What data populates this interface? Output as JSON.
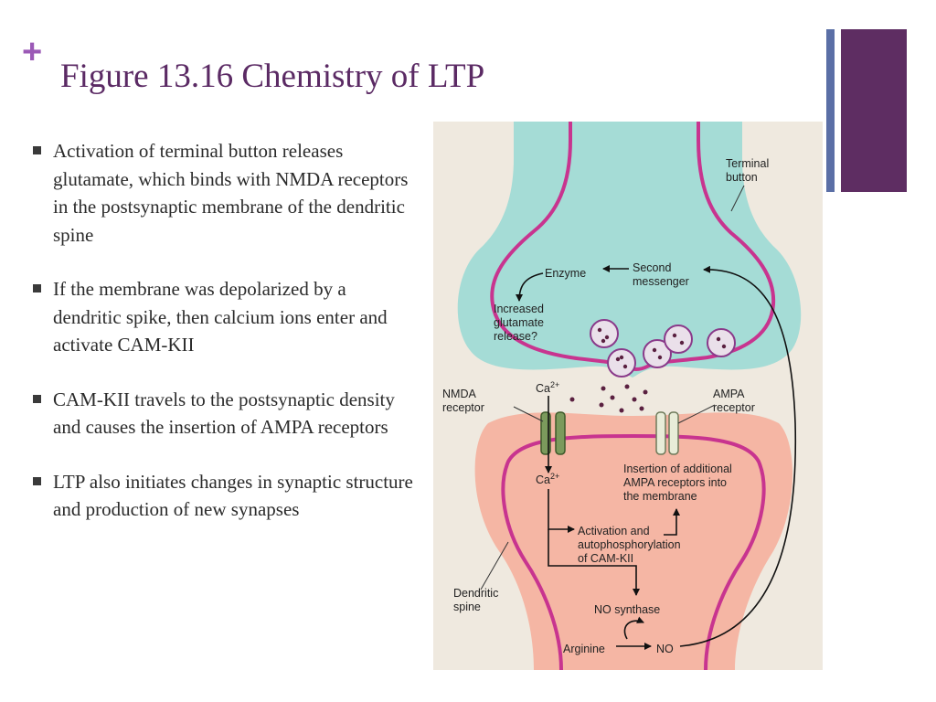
{
  "slide": {
    "plus_mark": "+",
    "title": "Figure 13.16 Chemistry of LTP"
  },
  "colors": {
    "accent_plus": "#9b59b6",
    "title": "#5b2a64",
    "deco_thin": "#5b6fa6",
    "deco_block": "#5e2d62",
    "bullet": "#3a3a3a",
    "terminal_fill": "#a5dcd6",
    "dendrite_fill": "#f5b6a4",
    "membrane": "#c8348f",
    "diagram_bg": "#efe9df"
  },
  "bullets": [
    {
      "text": "Activation of terminal button releases glutamate, which binds with NMDA receptors in the postsynaptic membrane of the dendritic spine"
    },
    {
      "text": "If the membrane was depolarized by a dendritic spike, then calcium ions enter and activate CAM-KII"
    },
    {
      "text": "CAM-KII travels to the postsynaptic density and causes the insertion of AMPA receptors"
    },
    {
      "text": "LTP also initiates changes in synaptic structure and production of new synapses"
    }
  ],
  "diagram": {
    "terminal_button_l1": "Terminal",
    "terminal_button_l2": "button",
    "enzyme": "Enzyme",
    "second_messenger_l1": "Second",
    "second_messenger_l2": "messenger",
    "increased_l1": "Increased",
    "increased_l2": "glutamate",
    "increased_l3": "release?",
    "nmda_l1": "NMDA",
    "nmda_l2": "receptor",
    "ampa_l1": "AMPA",
    "ampa_l2": "receptor",
    "ca_top": "Ca",
    "ca_top_sup": "2+",
    "ca_inside": "Ca",
    "ca_inside_sup": "2+",
    "insertion_l1": "Insertion of additional",
    "insertion_l2": "AMPA receptors into",
    "insertion_l3": "the membrane",
    "activation_l1": "Activation and",
    "activation_l2": "autophosphorylation",
    "activation_l3": "of CAM-KII",
    "dendritic_l1": "Dendritic",
    "dendritic_l2": "spine",
    "no_synthase": "NO synthase",
    "arginine": "Arginine",
    "no": "NO"
  }
}
